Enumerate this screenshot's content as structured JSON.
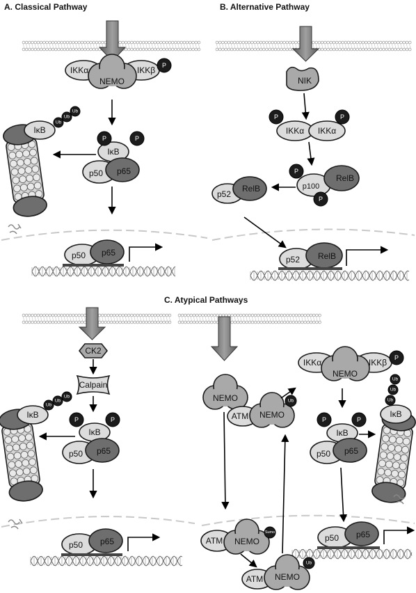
{
  "panels": {
    "a_title": "A. Classical Pathway",
    "b_title": "B. Alternative Pathway",
    "c_title": "C. Atypical Pathways"
  },
  "labels": {
    "ikka": "IKKα",
    "ikkb": "IKKβ",
    "nemo": "NEMO",
    "ikb": "IκB",
    "p50": "p50",
    "p65": "p65",
    "nik": "NIK",
    "p100": "p100",
    "relb": "RelB",
    "p52": "p52",
    "ck2": "CK2",
    "calpain": "Calpain",
    "atm": "ATM",
    "p": "P",
    "ub": "Ub",
    "sumo": "Sumo"
  },
  "colors": {
    "receptor_arrow": "#7a7a7a",
    "protein_light": "#dcdcdc",
    "protein_mid": "#a9a9a9",
    "protein_dark": "#6e6e6e",
    "phospho_badge": "#1c1c1c"
  }
}
